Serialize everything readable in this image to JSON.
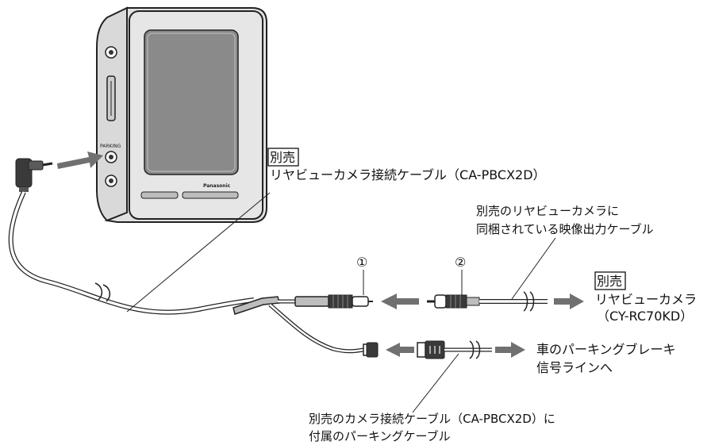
{
  "labels": {
    "separately_sold_1": "別売",
    "rearview_cable": "リヤビューカメラ接続ケーブル（CA-PBCX2D）",
    "camera_video_cable_line1": "別売のリヤビューカメラに",
    "camera_video_cable_line2": "同梱されている映像出力ケーブル",
    "marker_1": "①",
    "marker_2": "②",
    "separately_sold_2": "別売",
    "rearview_camera": "リヤビューカメラ",
    "camera_model": "（CY-RC70KD）",
    "parking_brake_line1": "車のパーキングブレーキ",
    "parking_brake_line2": "信号ラインへ",
    "parking_cable_line1": "別売のカメラ接続ケーブル（CA-PBCX2D）に",
    "parking_cable_line2": "付属のパーキングケーブル"
  },
  "device": {
    "brand": "Panasonic",
    "side_label": "PARKING"
  },
  "colors": {
    "arrow": "#707070",
    "line": "#222222",
    "cable_gray": "#bdbdbd",
    "plug_dark": "#3a3a3a",
    "bezel": "#e0e0e0",
    "screen": "#8a8a8a"
  }
}
